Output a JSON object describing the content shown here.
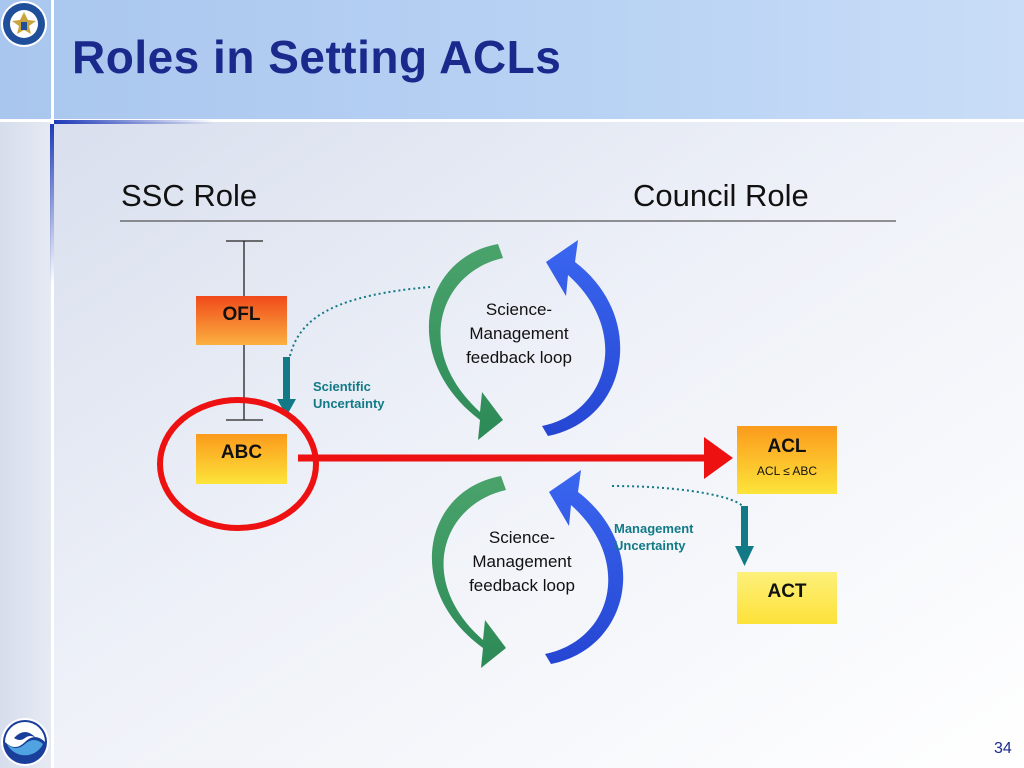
{
  "slide": {
    "title": "Roles in Setting ACLs",
    "page_number": "34"
  },
  "headings": {
    "ssc_role": "SSC Role",
    "council_role": "Council Role"
  },
  "boxes": {
    "ofl": "OFL",
    "abc": "ABC",
    "acl": "ACL",
    "acl_sub": "ACL ≤ ABC",
    "act": "ACT"
  },
  "labels": {
    "scientific_uncertainty_1": "Scientific",
    "scientific_uncertainty_2": "Uncertainty",
    "management_uncertainty_1": "Management",
    "management_uncertainty_2": "Uncertainty"
  },
  "loops": {
    "top": {
      "line1": "Science-",
      "line2": "Management",
      "line3": "feedback loop"
    },
    "bottom": {
      "line1": "Science-",
      "line2": "Management",
      "line3": "feedback loop"
    }
  },
  "colors": {
    "title": "#1a2a8c",
    "teal": "#127a86",
    "red_arrow": "#ee1111",
    "loop_green": "#2f8f5a",
    "loop_blue": "#3050e0"
  }
}
